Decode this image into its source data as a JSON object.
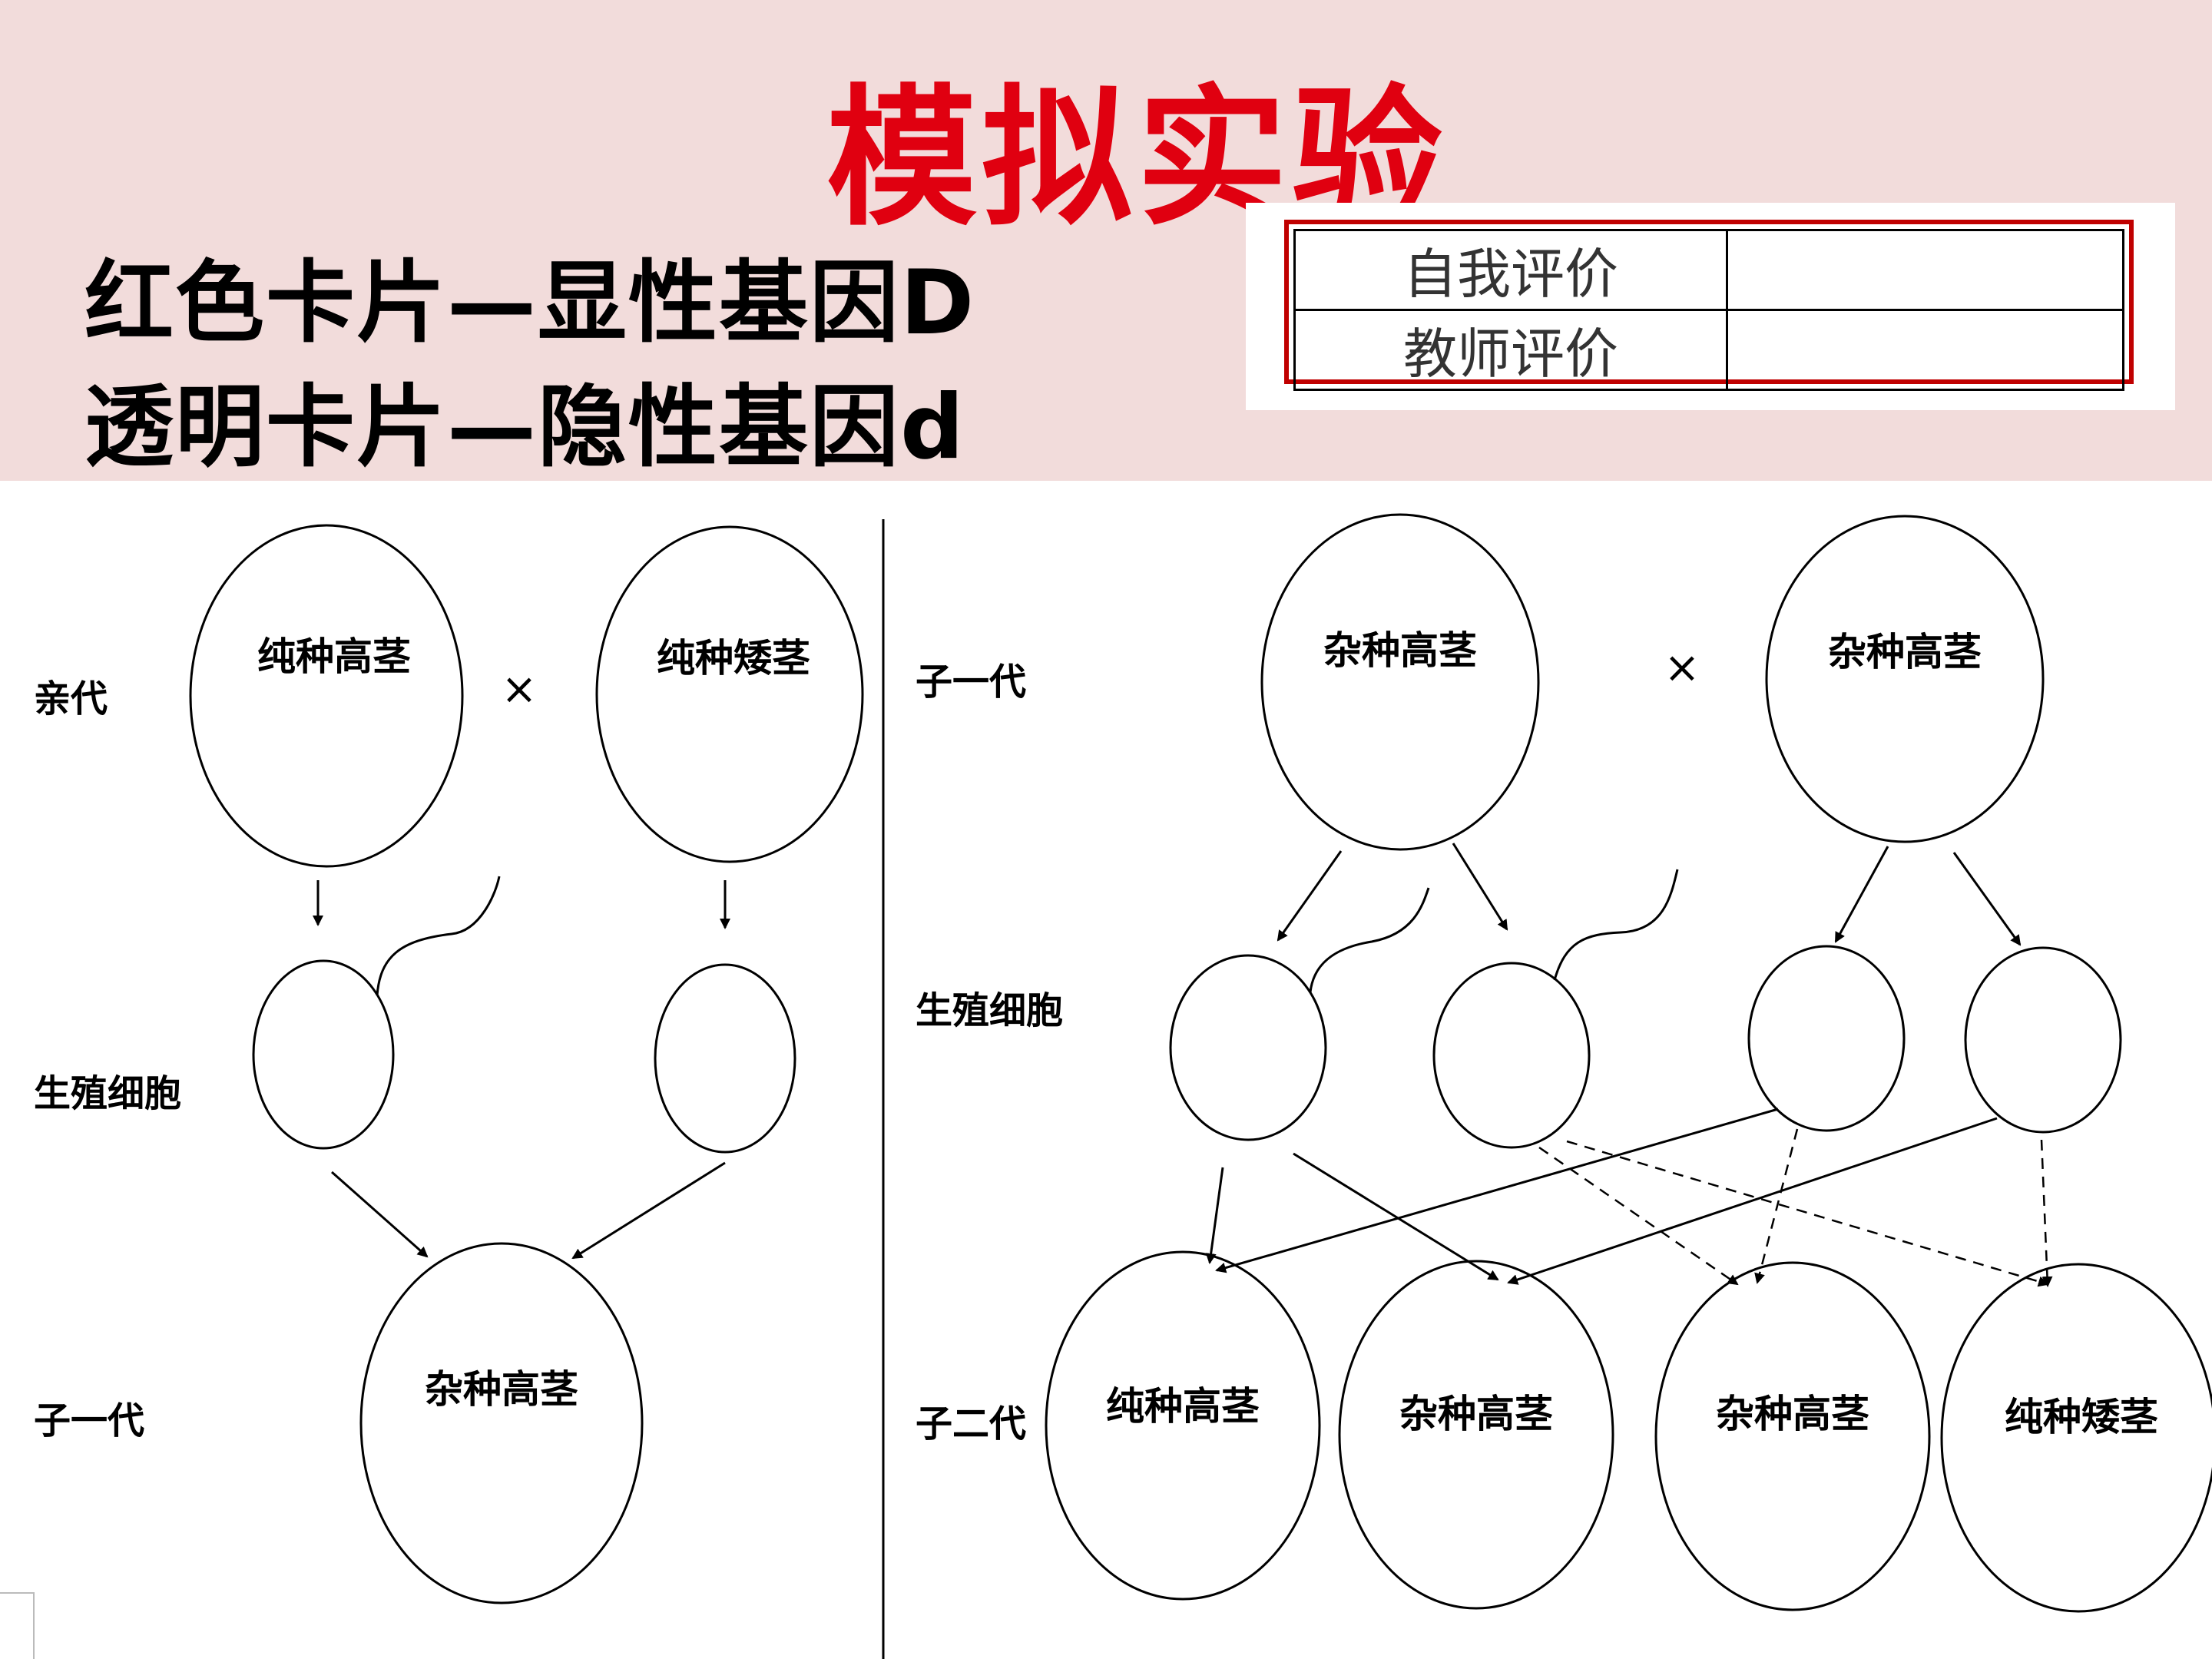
{
  "header": {
    "title": "模拟实验",
    "legend": [
      "红色卡片—显性基因D",
      "透明卡片—隐性基因d"
    ]
  },
  "evaluation": {
    "rows": [
      {
        "label": "自我评价",
        "value": ""
      },
      {
        "label": "教师评价",
        "value": ""
      }
    ]
  },
  "diagram_left": {
    "row_labels": [
      "亲代",
      "生殖细胞",
      "子一代"
    ],
    "parents": [
      "纯种高茎",
      "纯种矮茎"
    ],
    "cross_symbol": "×",
    "offspring": "杂种高茎"
  },
  "diagram_right": {
    "row_labels": [
      "子一代",
      "生殖细胞",
      "子二代"
    ],
    "parents": [
      "杂种高茎",
      "杂种高茎"
    ],
    "cross_symbol": "×",
    "offspring": [
      "纯种高茎",
      "杂种高茎",
      "杂种高茎",
      "纯种矮茎"
    ]
  },
  "colors": {
    "header_bg": "#f2dcdb",
    "title": "#e00010",
    "eval_border": "#c00000"
  }
}
